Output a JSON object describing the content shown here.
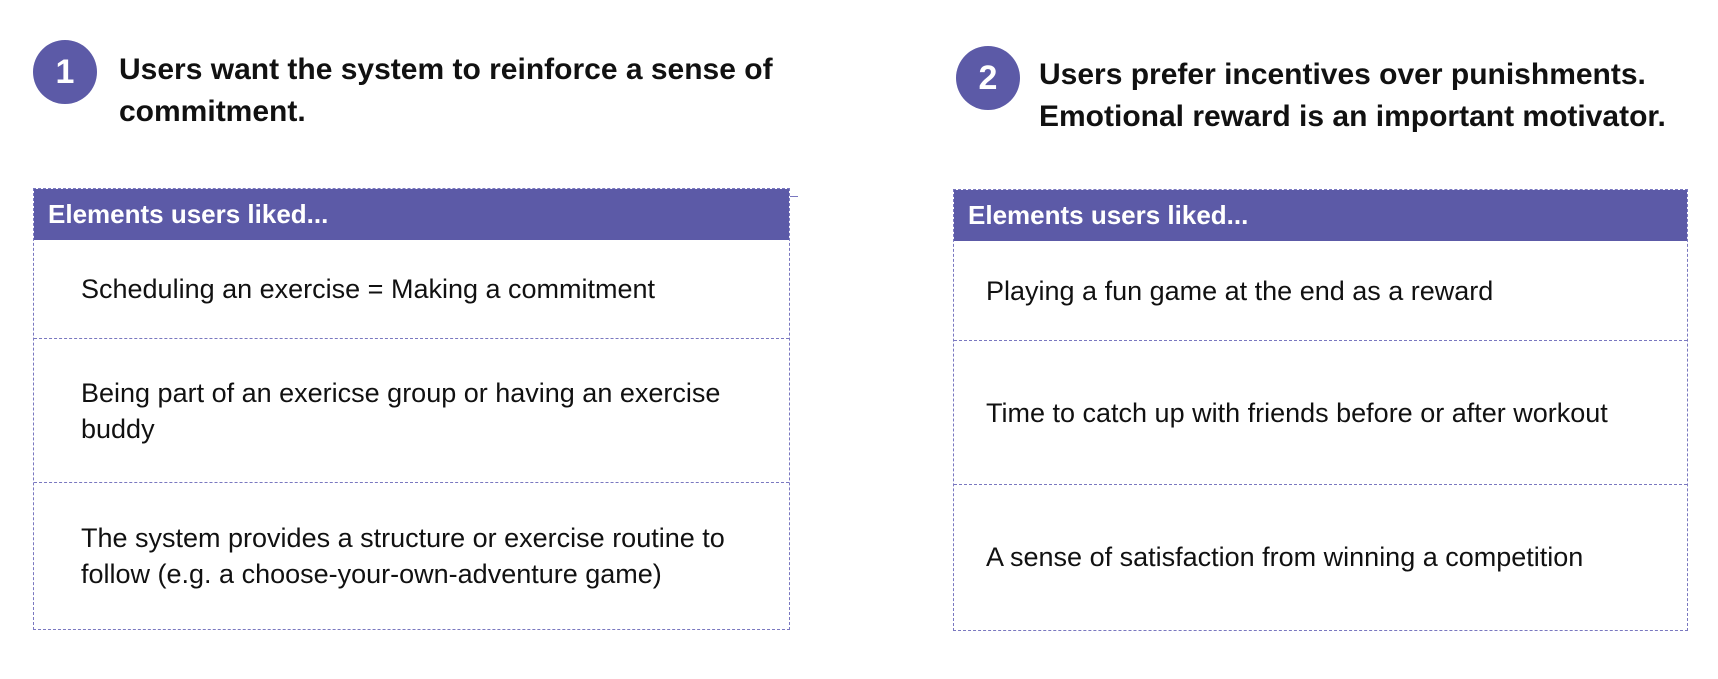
{
  "panels": [
    {
      "number": "1",
      "heading": "Users want the system to reinforce a sense of commitment.",
      "card_header": "Elements users liked...",
      "items": [
        "Scheduling an exercise = Making a commitment",
        "Being part of an exericse group or having an exercise buddy",
        "The system provides a structure or exercise routine to follow (e.g. a choose-your-own-adventure game)"
      ]
    },
    {
      "number": "2",
      "heading": "Users prefer incentives over punishments. Emotional reward is an important motivator.",
      "card_header": "Elements users liked...",
      "items": [
        "Playing a fun game at the end as a reward",
        "Time to catch up with friends before or after workout",
        "A sense of satisfaction from winning a competition"
      ]
    }
  ],
  "colors": {
    "accent": "#5c5aa7",
    "dashed_border": "#7a78c0",
    "text": "#111111",
    "header_text": "#ffffff"
  }
}
